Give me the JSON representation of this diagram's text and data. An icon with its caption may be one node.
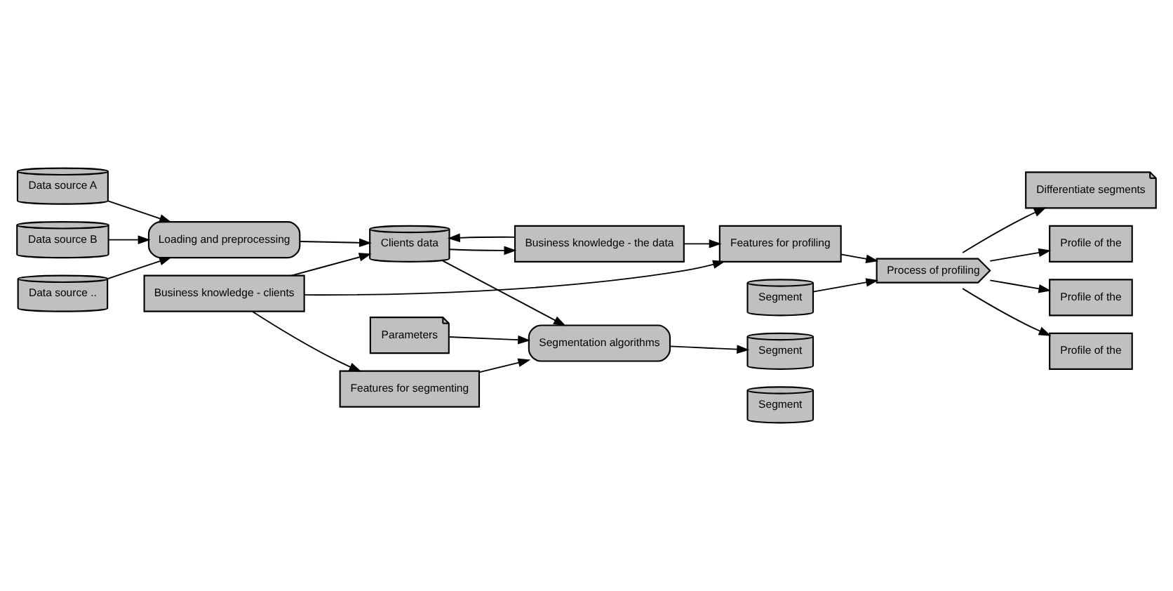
{
  "diagram": {
    "nodes": [
      {
        "text": [
          "Business knowledge - clients"
        ]
      },
      {
        "text": [
          "Features for segmenting"
        ]
      },
      {
        "text": [
          "Features for profiling"
        ]
      },
      {
        "text": [
          "Process of profiling"
        ]
      },
      {
        "text": [
          "Differentiate segments"
        ]
      },
      {
        "text": [
          "Business knowledge - the data"
        ]
      },
      {
        "text": [
          "Clients data"
        ]
      },
      {
        "text": [
          "Profile of the"
        ]
      },
      {
        "text": [
          "Profile of the"
        ]
      },
      {
        "text": [
          "Profile of the"
        ]
      },
      {
        "text": [
          "Loading and preprocessing"
        ]
      },
      {
        "text": [
          "Segmentation algorithms"
        ]
      },
      {
        "text": [
          "Segment"
        ]
      },
      {
        "text": [
          "Segment"
        ]
      },
      {
        "text": [
          "Segment"
        ]
      },
      {
        "text": [
          "Parameters"
        ]
      },
      {
        "text": [
          "Data source A"
        ]
      },
      {
        "text": [
          "Data source B"
        ]
      },
      {
        "text": [
          "Data source .."
        ]
      }
    ],
    "edges": [
      {
        "from": 0,
        "to": 6,
        "arrow": "to"
      },
      {
        "from": 0,
        "to": 1,
        "arrow": "to"
      },
      {
        "from": 0,
        "to": 2,
        "arrow": "to"
      },
      {
        "from": 5,
        "to": 2,
        "arrow": "to"
      },
      {
        "from": 5,
        "to": 6,
        "arrow": "to"
      },
      {
        "from": 6,
        "to": 5,
        "arrow": "to"
      },
      {
        "from": 6,
        "to": 11,
        "arrow": "to"
      },
      {
        "from": 1,
        "to": 11,
        "arrow": "to"
      },
      {
        "from": 2,
        "to": 3,
        "arrow": "to"
      },
      {
        "from": 11,
        "to": 13,
        "arrow": "to"
      },
      {
        "from": 12,
        "to": 3,
        "arrow": "to"
      },
      {
        "from": 3,
        "to": 4,
        "arrow": "to"
      },
      {
        "from": 3,
        "to": 7,
        "arrow": "to"
      },
      {
        "from": 3,
        "to": 8,
        "arrow": "to"
      },
      {
        "from": 3,
        "to": 9,
        "arrow": "to"
      },
      {
        "from": 10,
        "to": 6,
        "arrow": "to"
      },
      {
        "from": 16,
        "to": 10,
        "arrow": "to"
      },
      {
        "from": 17,
        "to": 10,
        "arrow": "to"
      },
      {
        "from": 18,
        "to": 10,
        "arrow": "to"
      },
      {
        "from": 15,
        "to": 11,
        "arrow": "to"
      }
    ]
  }
}
